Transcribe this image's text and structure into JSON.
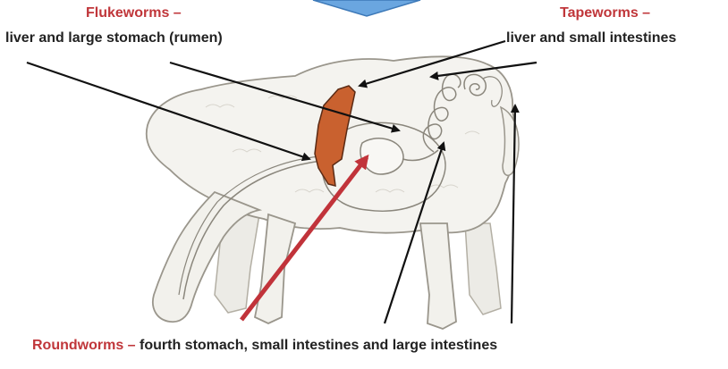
{
  "diagram": {
    "flukeworms": {
      "name": "Flukeworms –",
      "location": "liver and large stomach (rumen)"
    },
    "tapeworms": {
      "name": "Tapeworms –",
      "location": "liver and small intestines"
    },
    "roundworms": {
      "name": "Roundworms –",
      "location": "fourth stomach, small intestines and large intestines"
    },
    "colors": {
      "label_red": "#c0363a",
      "label_text": "#222222",
      "liver_fill": "#c9612f",
      "red_arrow": "#c1333a",
      "black_arrow": "#111111",
      "sheep_fill": "#f4f3ef",
      "sheep_outline": "#9a968c",
      "banner_blue": "#6aa6e0"
    }
  }
}
